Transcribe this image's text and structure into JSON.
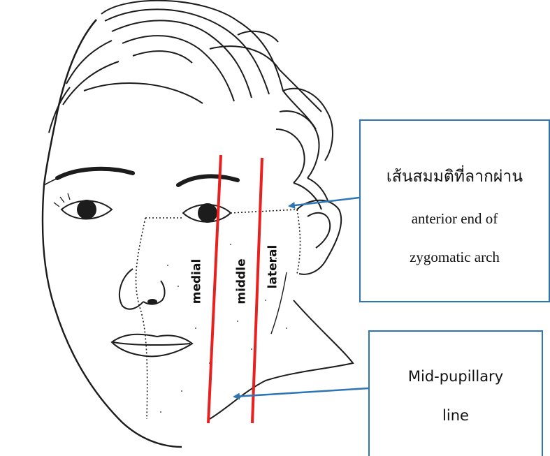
{
  "zones": {
    "medial": "medial",
    "middle": "middle",
    "lateral": "lateral"
  },
  "callout_top": {
    "line1": "เส้นสมมติที่ลากผ่าน",
    "line2": "anterior end of",
    "line3": "zygomatic arch"
  },
  "callout_bottom": {
    "line1": "Mid-pupillary",
    "line2": "line"
  },
  "colors": {
    "divider_lines": "#e8201f",
    "callout_border": "#2e75b6",
    "arrow": "#2e75b6",
    "sketch": "#1c1c1c"
  }
}
